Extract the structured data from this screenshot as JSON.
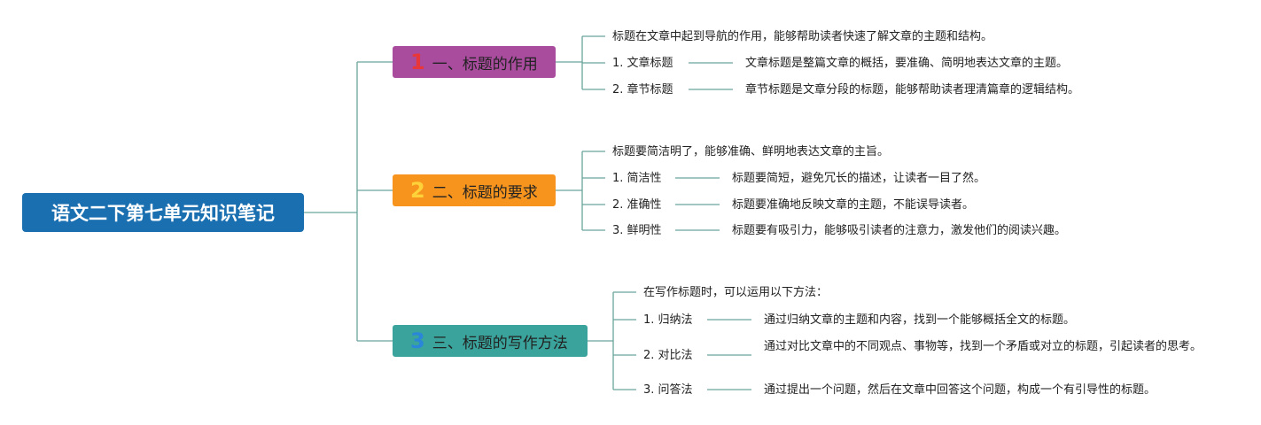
{
  "root": "语文二下第七单元知识笔记",
  "branches": [
    {
      "num": "1",
      "label": "一、标题的作用",
      "intro": "标题在文章中起到导航的作用，能够帮助读者快速了解文章的主题和结构。",
      "items": [
        {
          "label": "1. 文章标题",
          "desc": "文章标题是整篇文章的概括，要准确、简明地表达文章的主题。"
        },
        {
          "label": "2. 章节标题",
          "desc": "章节标题是文章分段的标题，能够帮助读者理清篇章的逻辑结构。"
        }
      ]
    },
    {
      "num": "2",
      "label": "二、标题的要求",
      "intro": "标题要简洁明了，能够准确、鲜明地表达文章的主旨。",
      "items": [
        {
          "label": "1. 简洁性",
          "desc": "标题要简短，避免冗长的描述，让读者一目了然。"
        },
        {
          "label": "2. 准确性",
          "desc": "标题要准确地反映文章的主题，不能误导读者。"
        },
        {
          "label": "3. 鲜明性",
          "desc": "标题要有吸引力，能够吸引读者的注意力，激发他们的阅读兴趣。"
        }
      ]
    },
    {
      "num": "3",
      "label": "三、标题的写作方法",
      "intro": "在写作标题时，可以运用以下方法：",
      "items": [
        {
          "label": "1. 归纳法",
          "desc": "通过归纳文章的主题和内容，找到一个能够概括全文的标题。"
        },
        {
          "label": "2. 对比法",
          "desc": "通过对比文章中的不同观点、事物等，找到一个矛盾或对立的标题，引起读者的思考。"
        },
        {
          "label": "3. 问答法",
          "desc": "通过提出一个问题，然后在文章中回答这个问题，构成一个有引导性的标题。"
        }
      ]
    }
  ]
}
